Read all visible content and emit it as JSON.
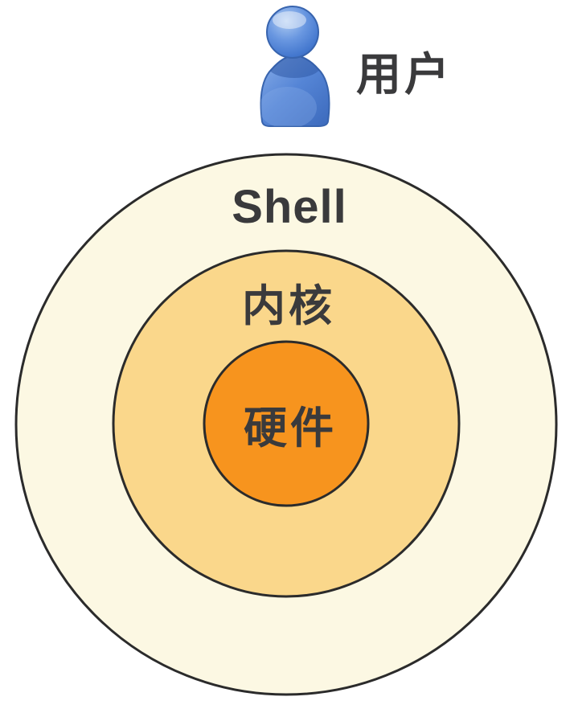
{
  "diagram": {
    "description": "Concentric-ring diagram of system layers with a user icon on top",
    "user": {
      "icon": "user-icon",
      "label": "用户"
    },
    "rings": [
      {
        "id": "shell",
        "label": "Shell",
        "fill": "#FCF8E3"
      },
      {
        "id": "kernel",
        "label": "内核",
        "fill": "#FAD78B"
      },
      {
        "id": "hardware",
        "label": "硬件",
        "fill": "#F7941E"
      }
    ],
    "colors": {
      "background": "#FFFFFF",
      "outline": "#2B2B2B",
      "label_text": "#3A3A3C",
      "user_icon_blue": "#4A7CD0"
    }
  }
}
